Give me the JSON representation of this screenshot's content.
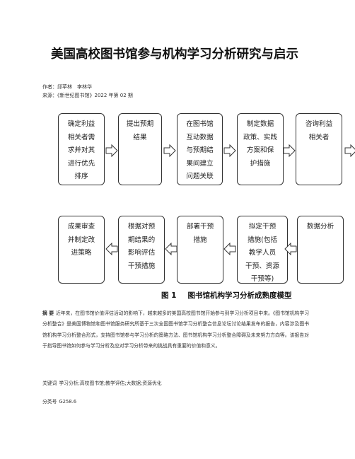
{
  "article": {
    "title": "美国高校图书馆参与机构学习分析研究与启示",
    "authors_label": "作者：",
    "authors": "邱苹林　李林华",
    "source_label": "来源：",
    "source": "《新世纪图书馆》2022 年第 02 期"
  },
  "figure": {
    "row1": [
      {
        "lines": [
          "确定利益",
          "相关者需",
          "求并对其",
          "进行优先",
          "排序"
        ]
      },
      {
        "lines": [
          "提出预期",
          "结果"
        ]
      },
      {
        "lines": [
          "在图书馆",
          "互动数据",
          "与预期结",
          "果间建立",
          "问题关联"
        ]
      },
      {
        "lines": [
          "制定数据",
          "政策、实践",
          "方案和保",
          "护措施"
        ]
      },
      {
        "lines": [
          "咨询利益",
          "相关者"
        ]
      }
    ],
    "row2": [
      {
        "lines": [
          "成果审查",
          "并制定改",
          "进策略"
        ]
      },
      {
        "lines": [
          "根据对预",
          "期结果的",
          "影响评估",
          "干预措施"
        ]
      },
      {
        "lines": [
          "部署干预",
          "措施"
        ]
      },
      {
        "lines": [
          "拟定干预",
          "措施(包括",
          "教学人员",
          "干预、资源",
          "干预等)"
        ]
      },
      {
        "lines": [
          "数据分析"
        ]
      }
    ],
    "caption_num": "图 1",
    "caption_text": "图书馆机构学习分析成熟度模型"
  },
  "abstract": {
    "label": "摘 要",
    "text": "近年来，在图书馆价值评估活动的影响下，越来越多的美国高校图书馆开始参与到学习分析项目中来。《图书馆机构学习分析整合》是美国博物馆和图书馆服务研究所基于三次全国图书馆学习分析整合信息论坛讨论结果发布的报告，内容涉及图书馆机构学习分析整合形式，支持图书馆参与学习分析的策略方法、图书馆机构学习分析整合障碍及未来努力方向等。该报告对于指导图书馆如何参与学习分析及应对学习分析带来的挑战具有重要的价值和意义。"
  },
  "keywords": {
    "label": "关键词",
    "text": "学习分析;高校图书馆;教学评估;大数据;资源优化"
  },
  "classification": {
    "label": "分类号",
    "text": "G258.6"
  }
}
